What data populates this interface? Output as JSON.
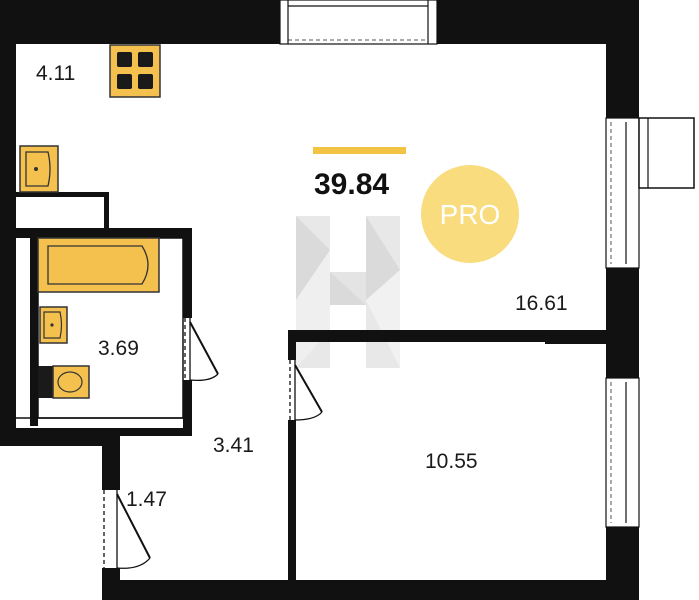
{
  "plan": {
    "total_area": "39.84",
    "badge": "PRO",
    "rooms": {
      "kitchen_area": "4.11",
      "living_area": "16.61",
      "bathroom_area": "3.69",
      "corridor_area": "3.41",
      "bedroom_area": "10.55",
      "hall_area": "1.47"
    }
  },
  "colors": {
    "wall": "#111111",
    "fixture_fill": "#f4c04e",
    "fixture_stroke": "#333333",
    "accent_bar": "#f3c343",
    "badge_fill": "#f9dc7e",
    "watermark": "#c8c8c8"
  },
  "icons": {
    "kitchen_stove": "stove-icon",
    "sink": "sink-icon",
    "bathtub": "bathtub-icon",
    "toilet": "toilet-icon",
    "watermark": "brand-watermark-icon"
  }
}
